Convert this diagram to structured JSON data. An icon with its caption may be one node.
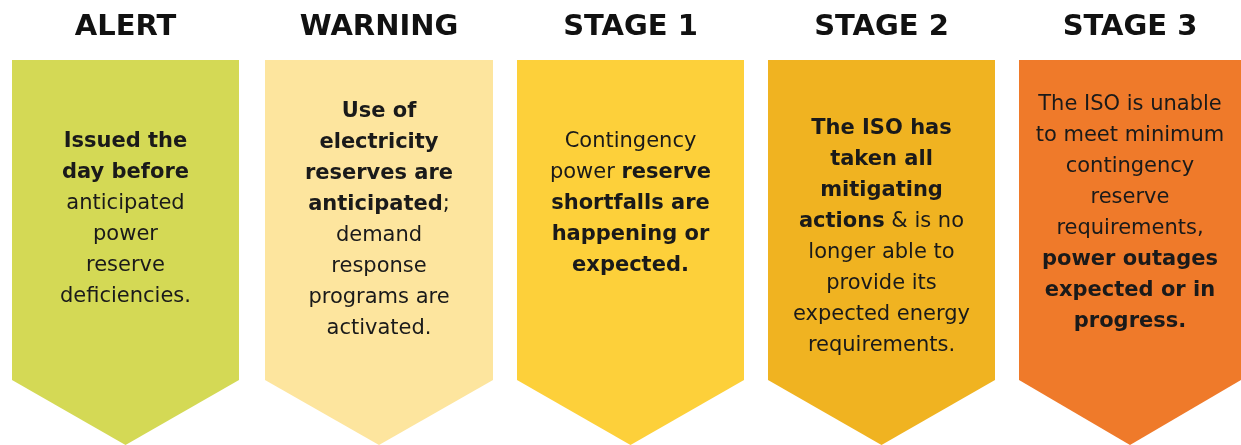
{
  "diagram": {
    "nodes": [
      {
        "text": [
          "ALERT",
          "**Issued the day before** anticipated power reserve deficiencies."
        ]
      },
      {
        "text": [
          "WARNING",
          "**Use of electricity reserves are anticipated**; demand response programs are activated."
        ]
      },
      {
        "text": [
          "STAGE 1",
          "Contingency power **reserve shortfalls are happening or expected.**"
        ]
      },
      {
        "text": [
          "STAGE 2",
          "**The ISO has taken all mitigating actions** & is no longer able to provide its expected energy requirements."
        ]
      },
      {
        "text": [
          "STAGE 3",
          "The ISO is unable to meet minimum contingency reserve requirements, **power outages expected or in progress.**"
        ]
      }
    ]
  }
}
